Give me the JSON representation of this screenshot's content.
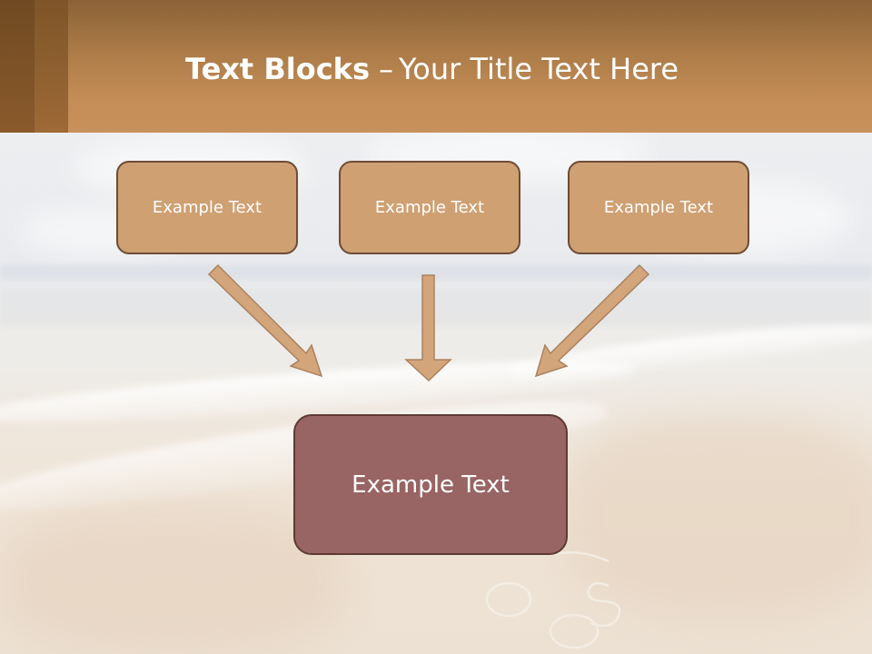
{
  "slide": {
    "title_bold": "Text Blocks",
    "title_separator": "–",
    "title_rest": "Your Title Text Here"
  },
  "diagram": {
    "top_boxes": [
      {
        "label": "Example Text"
      },
      {
        "label": "Example Text"
      },
      {
        "label": "Example Text"
      }
    ],
    "bottom_box": {
      "label": "Example Text"
    }
  },
  "colors": {
    "header": "#c48d57",
    "top_box_fill": "#cfa072",
    "top_box_border": "#6d4c35",
    "bottom_box_fill": "#996464",
    "arrow_fill": "#d2a67a"
  }
}
